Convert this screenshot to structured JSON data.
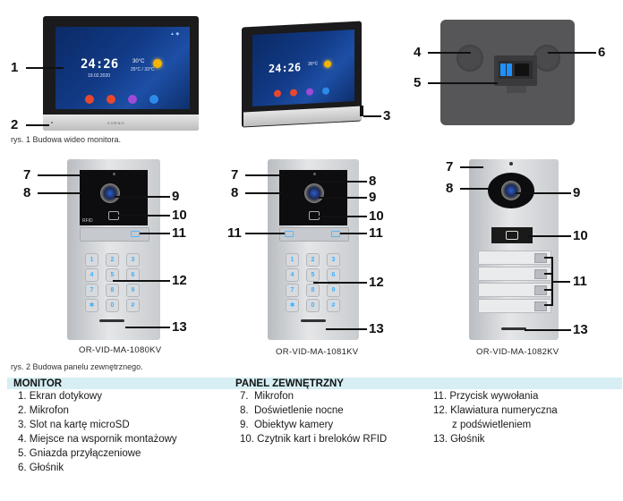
{
  "callouts": [
    "1",
    "2",
    "3",
    "4",
    "5",
    "6",
    "7",
    "8",
    "9",
    "10",
    "11",
    "12",
    "13"
  ],
  "captions": {
    "fig1": "rys. 1 Budowa wideo monitora.",
    "fig2": "rys. 2 Budowa panelu zewnętrznego."
  },
  "screen": {
    "time": "24:26",
    "date": "19.02.2020",
    "temp": "30°C",
    "temp_range": "25°C / 33°C"
  },
  "brand": "ZORNO",
  "panel_label": "RFID",
  "models": [
    "OR-VID-MA-1080KV",
    "OR-VID-MA-1081KV",
    "OR-VID-MA-1082KV"
  ],
  "keypad": [
    "1",
    "2",
    "3",
    "4",
    "5",
    "6",
    "7",
    "8",
    "9",
    "✱",
    "0",
    "#"
  ],
  "legend": {
    "monitor_title": "MONITOR",
    "panel_title": "PANEL ZEWNĘTRZNY",
    "monitor_items": [
      "1. Ekran dotykowy",
      "2. Mikrofon",
      "3. Slot na kartę microSD",
      "4. Miejsce na wspornik montażowy",
      "5. Gniazda przyłączeniowe",
      "6. Głośnik"
    ],
    "panel_items_a": [
      "7.  Mikrofon",
      "8.  Doświetlenie nocne",
      "9.  Obiektyw kamery",
      "10. Czytnik kart i breloków RFID"
    ],
    "panel_items_b": [
      "11. Przycisk wywołania",
      "12. Klawiatura numeryczna",
      "z podświetleniem",
      "13. Głośnik"
    ]
  },
  "colors": {
    "header_bg": "#d6eef4",
    "screen_blue": "#123a86",
    "key_light": "#3bb0ff"
  }
}
